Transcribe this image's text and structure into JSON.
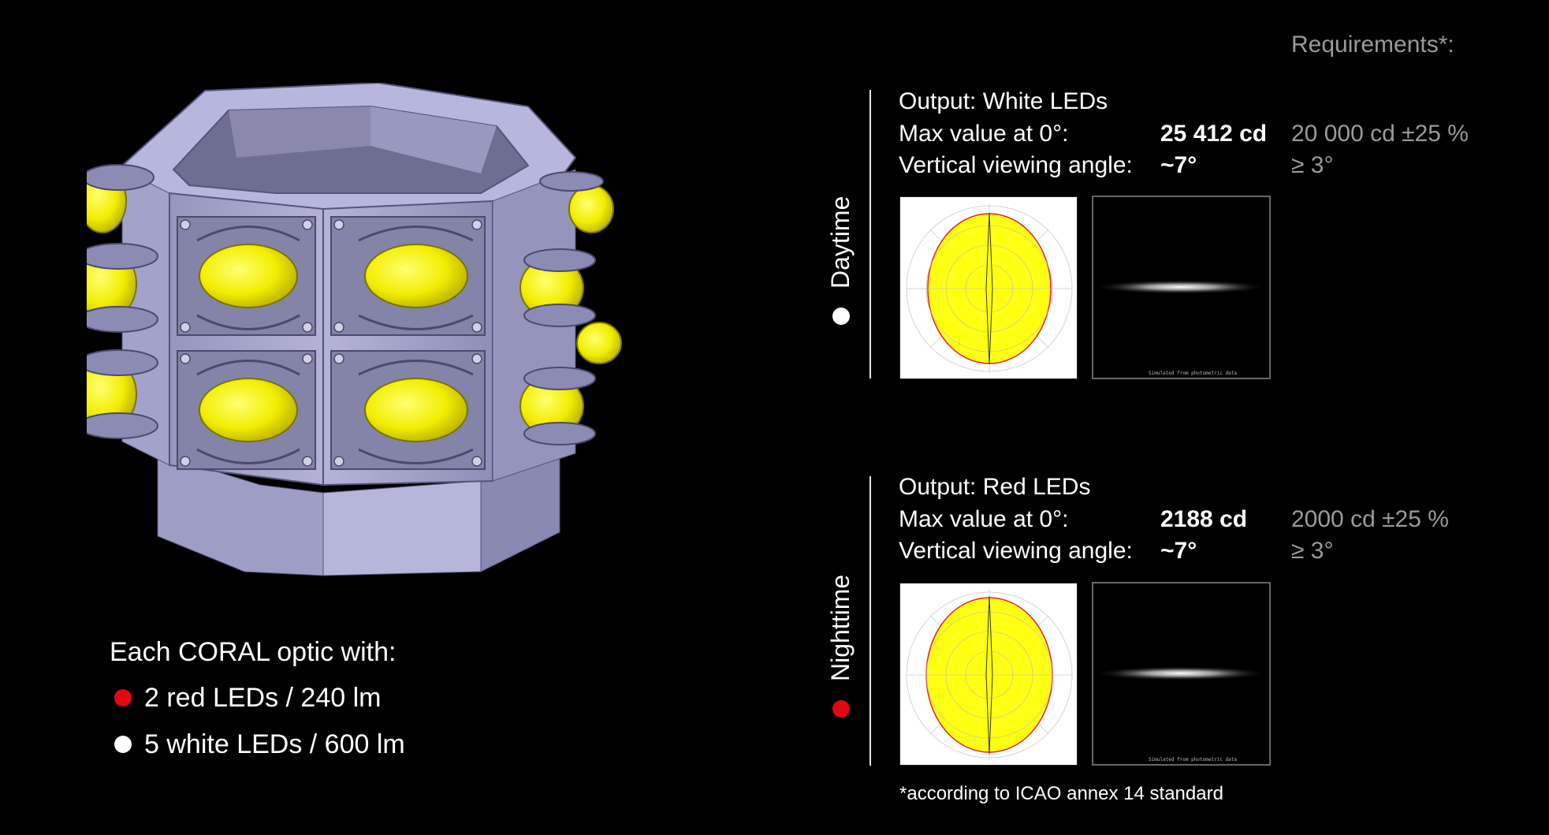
{
  "requirements_label": "Requirements*:",
  "daytime": {
    "label": "Daytime",
    "dot_color": "#ffffff",
    "output": "Output: White LEDs",
    "max_label": "Max value at 0°:",
    "max_value": "25 412 cd",
    "max_requirement": "20 000 cd ±25 %",
    "angle_label": "Vertical viewing angle:",
    "angle_value": "~7°",
    "angle_requirement": "≥ 3°",
    "sim_caption": "Simulated from photometric data"
  },
  "nighttime": {
    "label": "Nighttime",
    "dot_color": "#e30613",
    "output": "Output: Red LEDs",
    "max_label": "Max value at 0°:",
    "max_value": "2188 cd",
    "max_requirement": "2000 cd ±25 %",
    "angle_label": "Vertical viewing angle:",
    "angle_value": "~7°",
    "angle_requirement": "≥ 3°",
    "sim_caption": "Simulated from photometric data"
  },
  "footnote": "*according to ICAO annex 14 standard",
  "optic": {
    "heading": "Each CORAL optic with:",
    "red_line": "2 red LEDs / 240 lm",
    "white_line": "5 white LEDs / 600 lm",
    "red_color": "#e30613",
    "white_color": "#ffffff"
  },
  "colors": {
    "housing": "#a9a8cc",
    "lens": "#f2ee00",
    "polar_fill": "#ffff00",
    "polar_outline": "#e8202a"
  }
}
